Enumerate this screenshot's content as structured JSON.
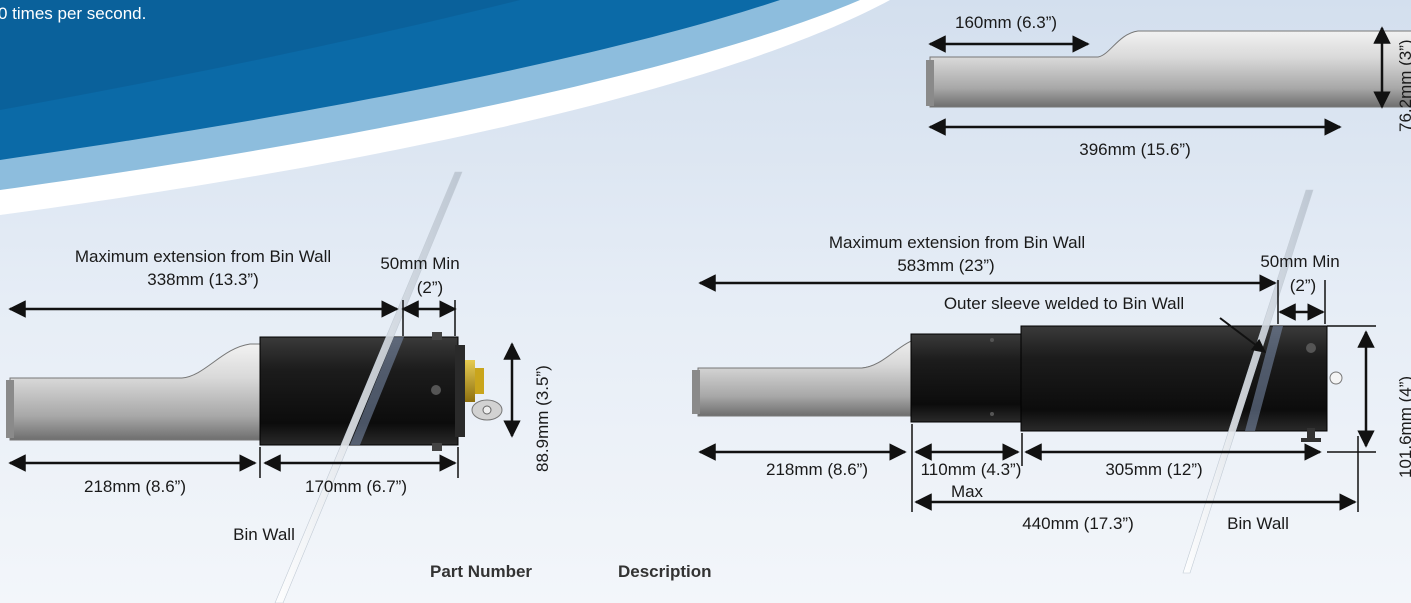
{
  "header": {
    "intro_text_fragment": "0 times per second."
  },
  "sensor_top": {
    "dim_taper": "160mm (6.3”)",
    "dim_length": "396mm (15.6”)",
    "dim_diameter": "76.2mm (3”)"
  },
  "sensor_left": {
    "max_ext_title": "Maximum extension from Bin Wall",
    "max_ext_value": "338mm (13.3”)",
    "min_gap_title": "50mm Min",
    "min_gap_value": "(2”)",
    "dim_probe": "218mm (8.6”)",
    "dim_body": "170mm (6.7”)",
    "dim_diameter": "88.9mm (3.5”)",
    "bin_wall_label": "Bin Wall"
  },
  "sensor_right": {
    "max_ext_title": "Maximum extension from Bin Wall",
    "max_ext_value": "583mm (23”)",
    "min_gap_title": "50mm Min",
    "min_gap_value": "(2”)",
    "sleeve_note": "Outer sleeve welded to Bin Wall",
    "dim_probe": "218mm (8.6”)",
    "dim_mid": "110mm (4.3”)",
    "dim_mid_note": "Max",
    "dim_sleeve": "305mm (12”)",
    "dim_total": "440mm (17.3”)",
    "dim_diameter": "101.6mm (4”)",
    "bin_wall_label": "Bin Wall"
  },
  "table_header": {
    "col_part_number": "Part Number",
    "col_description": "Description"
  },
  "colors": {
    "band_dark": "#0a6aa8",
    "band_light": "#7fb4d6",
    "body_black": "#161616",
    "connector_gold": "#c9a51c"
  }
}
